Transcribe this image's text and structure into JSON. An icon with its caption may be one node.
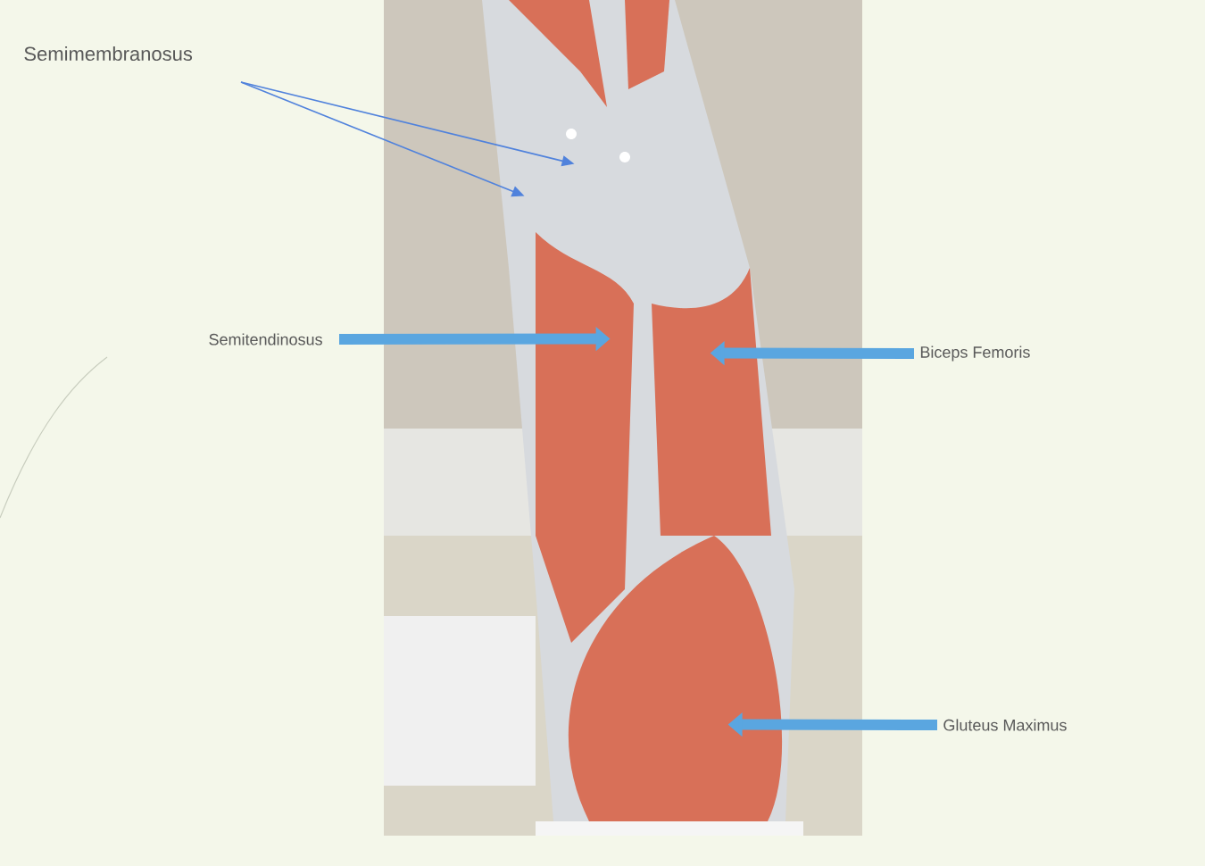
{
  "diagram": {
    "nodes": [
      {
        "text": [
          "Semimembranosus"
        ]
      },
      {
        "text": [
          "Semitendinosus"
        ]
      },
      {
        "text": [
          "Biceps Femoris"
        ]
      },
      {
        "text": [
          "Gluteus Maximus"
        ]
      },
      {
        "text": [],
        "shape": "picture"
      }
    ],
    "edges": [
      {
        "from": 0,
        "to": 4,
        "arrow": "to",
        "color": "#5082dc"
      },
      {
        "from": 0,
        "to": 4,
        "arrow": "to",
        "color": "#5082dc"
      },
      {
        "from": 1,
        "to": 4,
        "arrow": "to"
      },
      {
        "from": 2,
        "to": 4,
        "arrow": "to"
      },
      {
        "from": 3,
        "to": 4,
        "arrow": "to"
      }
    ]
  }
}
